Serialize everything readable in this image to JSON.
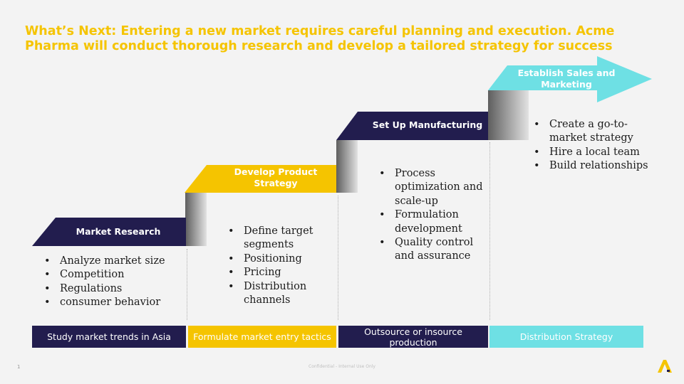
{
  "title": "What’s Next: Entering a new market requires careful planning and execution. Acme Pharma will conduct thorough research and develop a tailored strategy for success",
  "colors": {
    "navy": "#221d4e",
    "yellow": "#f5c400",
    "cyan": "#6ee0e4",
    "title": "#f5c400"
  },
  "steps": [
    {
      "label": "Market Research",
      "bullets": [
        "Analyze market size",
        "Competition",
        "Regulations",
        "consumer behavior"
      ],
      "bottom": "Study market trends in Asia"
    },
    {
      "label": "Develop Product Strategy",
      "bullets": [
        "Define target segments",
        "Positioning",
        "Pricing",
        "Distribution channels"
      ],
      "bottom": "Formulate market entry tactics"
    },
    {
      "label": "Set Up Manufacturing",
      "bullets": [
        "Process optimization and scale-up",
        "Formulation development",
        "Quality control and assurance"
      ],
      "bottom": "Outsource or insource production"
    },
    {
      "label": "Establish Sales and Marketing",
      "bullets": [
        "Create a go-to-market strategy",
        "Hire a local team",
        "Build relationships"
      ],
      "bottom": "Distribution Strategy"
    }
  ],
  "footer": {
    "page_number": "1",
    "confidential": "Confidential - Internal Use Only"
  },
  "logo_icon": "acme-logo-icon"
}
